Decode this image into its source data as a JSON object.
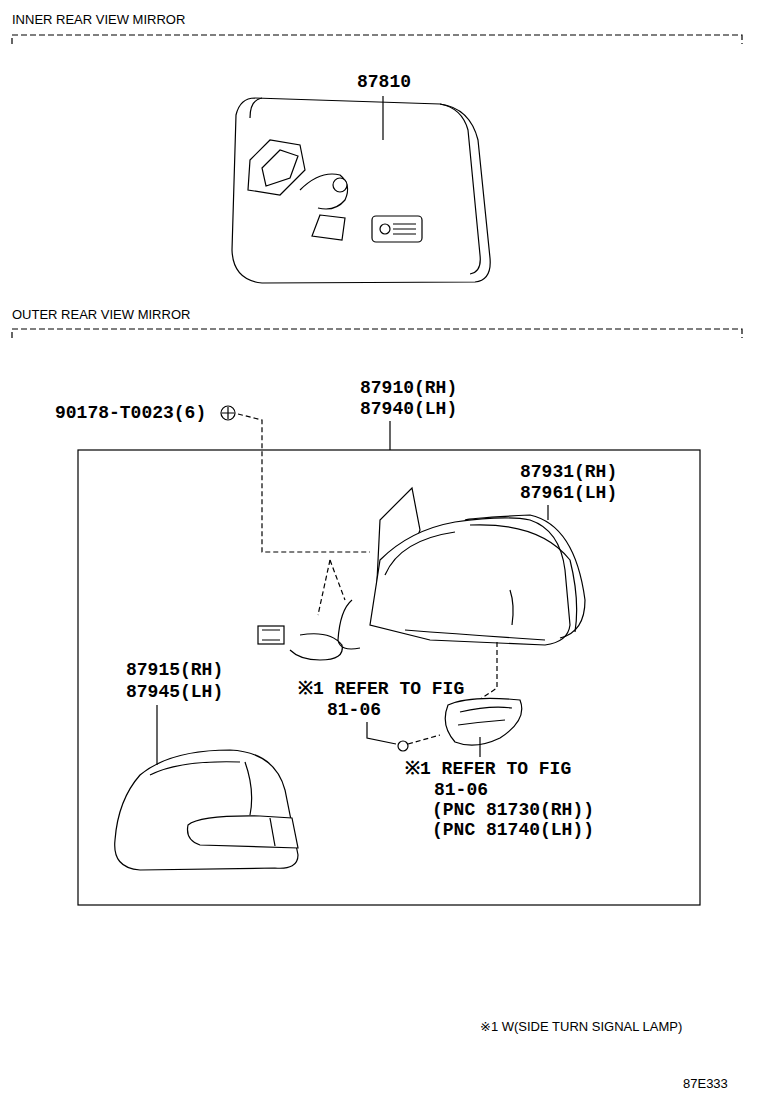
{
  "diagram": {
    "labels": [
      "INNER REAR VIEW MIRROR",
      "87810",
      "OUTER REAR VIEW MIRROR",
      "87910(RH)",
      "87940(LH)",
      "90178-T0023(6)",
      "87931(RH)",
      "87961(LH)",
      "87915(RH)",
      "87945(LH)",
      "※1 REFER TO FIG 81-06",
      "※1 REFER TO FIG 81-06",
      "(PNC 81730(RH))",
      "(PNC 81740(LH))",
      "※1 W(SIDE TURN SIGNAL LAMP)",
      "87E333"
    ]
  }
}
